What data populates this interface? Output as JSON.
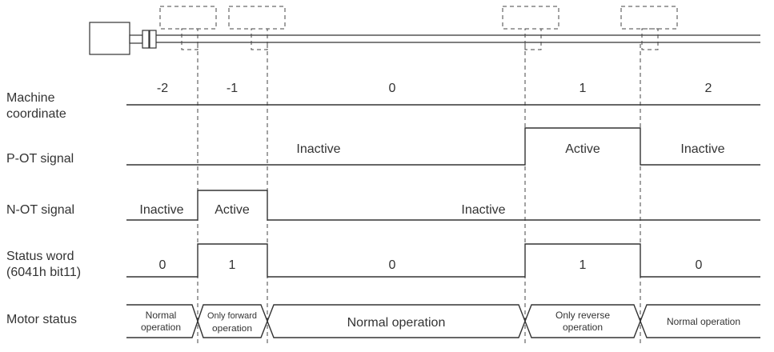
{
  "row_labels": {
    "machine_coordinate": [
      "Machine",
      "coordinate"
    ],
    "p_ot": "P-OT signal",
    "n_ot": "N-OT signal",
    "status_word": [
      "Status word",
      "(6041h bit11)"
    ],
    "motor_status": "Motor status"
  },
  "coordinates": [
    "-2",
    "-1",
    "0",
    "1",
    "2"
  ],
  "p_ot": {
    "inactive_label": "Inactive",
    "active_label": "Active",
    "inactive_label_right": "Inactive"
  },
  "n_ot": {
    "inactive_label_left": "Inactive",
    "active_label": "Active",
    "inactive_label_right": "Inactive"
  },
  "status_word_values": [
    "0",
    "1",
    "0",
    "1",
    "0"
  ],
  "motor_status": {
    "seg1": [
      "Normal",
      "operation"
    ],
    "seg2": [
      "Only forward",
      "operation"
    ],
    "seg3": "Normal operation",
    "seg4": [
      "Only reverse",
      "operation"
    ],
    "seg5": "Normal operation"
  }
}
